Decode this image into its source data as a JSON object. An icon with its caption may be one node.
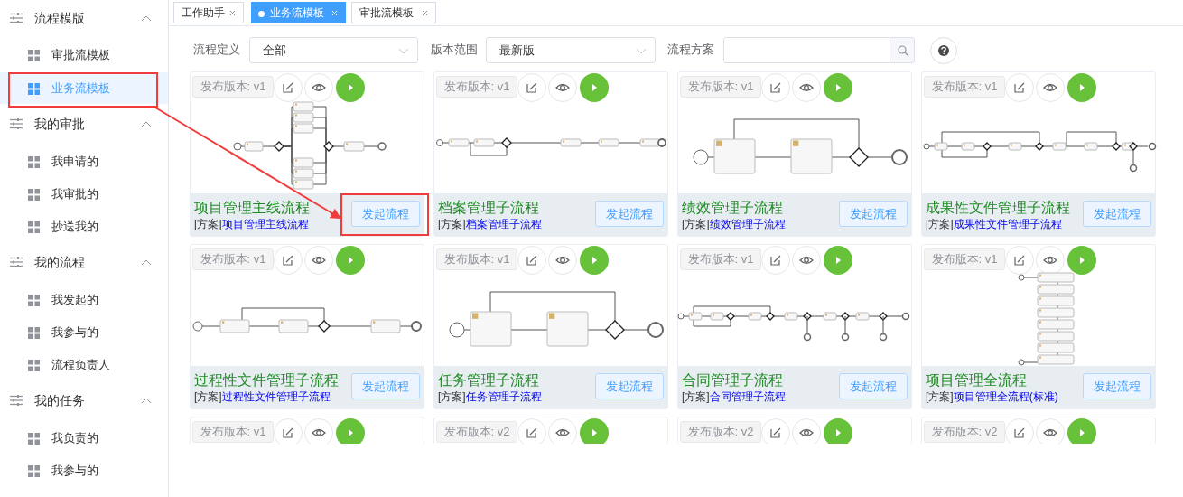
{
  "diagram": {
    "nodes": [
      {
        "text": [
          "业务流模板"
        ]
      },
      {
        "text": [
          "发起流程"
        ]
      }
    ],
    "edges": [
      {
        "from": 0,
        "to": 1,
        "arrow": "to",
        "color": "#f03c3c"
      }
    ],
    "labels": [
      "流程模版",
      "审批流模板",
      "我的审批",
      "我申请的",
      "我审批的",
      "抄送我的",
      "我的流程",
      "我发起的",
      "我参与的",
      "流程负责人",
      "我的任务",
      "我负责的",
      "我参与的",
      "工作助手",
      "业务流模板",
      "审批流模板",
      "流程定义",
      "全部",
      "版本范围",
      "最新版",
      "流程方案",
      "发布版本: v1",
      "项目管理主线流程",
      "[方案]",
      "项目管理主线流程",
      "发布版本: v1",
      "档案管理子流程",
      "[方案]",
      "档案管理子流程",
      "发起流程",
      "发布版本: v1",
      "绩效管理子流程",
      "[方案]",
      "绩效管理子流程",
      "发起流程",
      "发布版本: v1",
      "成果性文件管理子流程",
      "[方案]",
      "成果性文件管理子流程",
      "发起流程",
      "发布版本: v1",
      "过程性文件管理子流程",
      "[方案]",
      "过程性文件管理子流程",
      "发起流程",
      "发布版本: v1",
      "任务管理子流程",
      "[方案]",
      "任务管理子流程",
      "发起流程",
      "发布版本: v1",
      "合同管理子流程",
      "[方案]",
      "合同管理子流程",
      "发起流程",
      "发布版本: v1",
      "项目管理全流程",
      "[方案]",
      "项目管理全流程(标准)",
      "发起流程",
      "发布版本: v1",
      "发布版本: v2",
      "发布版本: v2",
      "发布版本: v2"
    ]
  }
}
